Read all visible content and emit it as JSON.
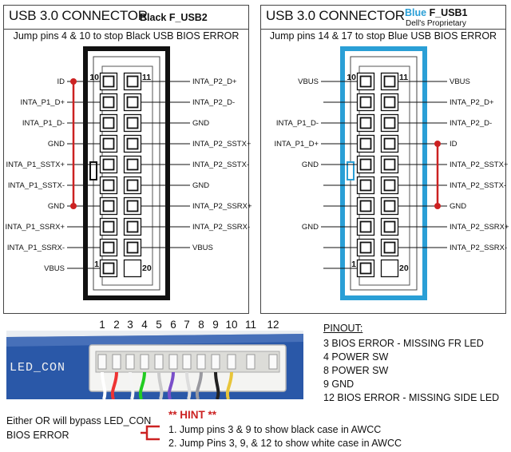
{
  "left": {
    "title": "USB 3.0 CONNECTOR",
    "model_name": "Black F_USB2",
    "note": "Jump pins 4 & 10 to stop Black USB BIOS ERROR",
    "pin_top": "10",
    "pin_top_right": "11",
    "pin_bottom": "1",
    "pin_bottom_right": "20",
    "left_labels": [
      "ID",
      "INTA_P1_D+",
      "INTA_P1_D-",
      "GND",
      "INTA_P1_SSTX+",
      "INTA_P1_SSTX-",
      "GND",
      "INTA_P1_SSRX+",
      "INTA_P1_SSRX-",
      "VBUS"
    ],
    "right_labels": [
      "INTA_P2_D+",
      "INTA_P2_D-",
      "GND",
      "INTA_P2_SSTX+",
      "INTA_P2_SSTX-",
      "GND",
      "INTA_P2_SSRX+",
      "INTA_P2_SSRX-",
      "VBUS",
      ""
    ],
    "frame_color": "#111111"
  },
  "right": {
    "title": "USB 3.0 CONNECTOR",
    "model_color_word": "Blue",
    "model_name": "F_USB1",
    "model_sub": "Dell's Proprietary",
    "note": "Jump pins 14 & 17 to stop Blue USB BIOS ERROR",
    "pin_top": "10",
    "pin_top_right": "11",
    "pin_bottom": "1",
    "pin_bottom_right": "20",
    "left_labels": [
      "VBUS",
      "",
      "INTA_P1_D-",
      "INTA_P1_D+",
      "GND",
      "",
      "",
      "GND",
      "",
      ""
    ],
    "right_labels": [
      "VBUS",
      "INTA_P2_D+",
      "INTA_P2_D-",
      "ID",
      "INTA_P2_SSTX+",
      "INTA_P2_SSTX-",
      "GND",
      "INTA_P2_SSRX+",
      "INTA_P2_SSRX-",
      ""
    ],
    "frame_color": "#2a9fd6"
  },
  "jumper_color": "#cc2222",
  "photo": {
    "pin_numbers": [
      "1",
      "2",
      "3",
      "4",
      "5",
      "6",
      "7",
      "8",
      "9",
      "10",
      "11",
      "12"
    ],
    "board_label": "LED_CON",
    "board_color": "#2a58a8"
  },
  "pinout": {
    "heading": "PINOUT:",
    "rows": [
      "3  BIOS ERROR - MISSING FR LED",
      "4  POWER SW",
      "8  POWER SW",
      "9  GND",
      "12  BIOS ERROR -  MISSING SIDE LED"
    ]
  },
  "hint": {
    "title": "** HINT **",
    "side_text_1": "Either OR will bypass LED_CON",
    "side_text_2": "BIOS ERROR",
    "items": [
      "1.  Jump pins 3 & 9 to show black case in AWCC",
      "2.  Jump Pins 3, 9, & 12 to show white case in AWCC"
    ],
    "title_color": "#cc2222"
  }
}
